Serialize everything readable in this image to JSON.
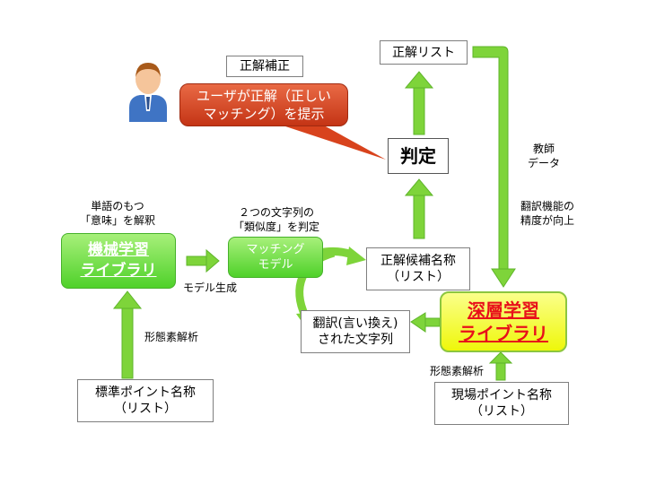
{
  "nodes": {
    "correction_title": "正解補正",
    "callout": [
      "ユーザが正解（正しい",
      "マッチング）を提示"
    ],
    "correct_list": "正解リスト",
    "judgement": "判定",
    "teacher_data": [
      "教師",
      "データ"
    ],
    "accuracy_up": [
      "翻訳機能の",
      "精度が向上"
    ],
    "word_meaning": [
      "単語のもつ",
      "「意味」を解釈"
    ],
    "similarity": [
      "２つの文字列の",
      "「類似度」を判定"
    ],
    "ml_library": [
      "機械学習",
      "ライブラリ"
    ],
    "matching_model": [
      "マッチング",
      "モデル"
    ],
    "model_generation": "モデル生成",
    "candidate_names": [
      "正解候補名称",
      "（リスト）"
    ],
    "deep_learning": [
      "深層学習",
      "ライブラリ"
    ],
    "translated_strings": [
      "翻訳(言い換え)",
      "された文字列"
    ],
    "morph_left": "形態素解析",
    "morph_right": "形態素解析",
    "standard_points": [
      "標準ポイント名称",
      "（リスト）"
    ],
    "site_points": [
      "現場ポイント名称",
      "（リスト）"
    ]
  },
  "colors": {
    "green_arrow": "#7ed43a",
    "callout_red": "#d8431d",
    "deep_yellow": "#f7ff3c",
    "deep_text": "#e8101a"
  }
}
